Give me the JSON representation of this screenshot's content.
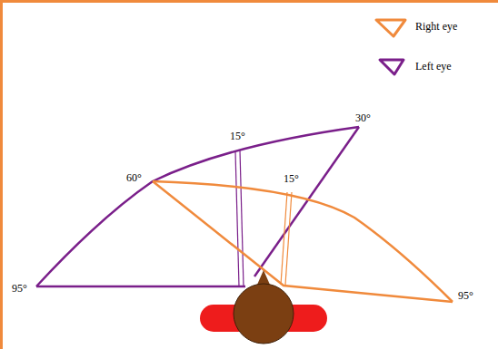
{
  "diagram": {
    "labels": [
      "30°",
      "15°",
      "60°",
      "15°",
      "95°",
      "95°"
    ],
    "legend": [
      {
        "text": "Right eye"
      },
      {
        "text": "Left eye"
      }
    ]
  }
}
